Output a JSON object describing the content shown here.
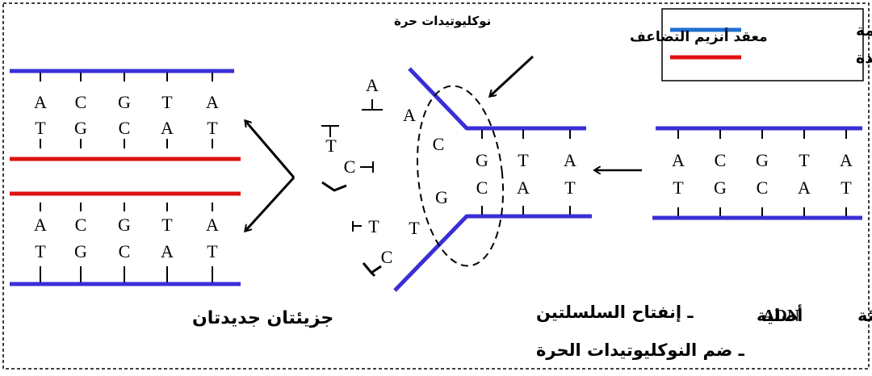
{
  "legend": {
    "old_strand": "سلسلة قديمة",
    "new_strand": "سلسلة جديدة",
    "old_color": "#1f6fd0",
    "new_color": "#e01010"
  },
  "labels": {
    "free_nucleotides": "نوكليوتيدات حرة",
    "enzyme_complex": "معقد أنزيم التضاعف",
    "original_dna_prefix": "جزيئة",
    "original_dna_abbr": "ADN",
    "original_dna_suffix": "أصلية",
    "strand_opening": "ـ إنفتاح السلسلتين",
    "nucleotide_addition": "ـ ضم النوكليوتيدات الحرة",
    "two_new_molecules": "جزيئتان جديدتان"
  },
  "colors": {
    "fork_strand": "#3a2fd6",
    "old_strand": "#1f6fd0",
    "new_strand": "#e01010"
  },
  "original_molecule": {
    "top": [
      "A",
      "C",
      "G",
      "T",
      "A"
    ],
    "bottom": [
      "T",
      "G",
      "C",
      "A",
      "T"
    ]
  },
  "fork": {
    "paired_top": [
      "G",
      "T",
      "A"
    ],
    "paired_bottom": [
      "C",
      "A",
      "T"
    ],
    "added_upper": [
      "A",
      "C"
    ],
    "added_lower": [
      "G",
      "T"
    ],
    "free_nucleotides": [
      "A",
      "T",
      "C",
      "T",
      "C"
    ]
  },
  "new_molecule_1": {
    "top": [
      "A",
      "C",
      "G",
      "T",
      "A"
    ],
    "bottom": [
      "T",
      "G",
      "C",
      "A",
      "T"
    ]
  },
  "new_molecule_2": {
    "top": [
      "A",
      "C",
      "G",
      "T",
      "A"
    ],
    "bottom": [
      "T",
      "G",
      "C",
      "A",
      "T"
    ]
  }
}
